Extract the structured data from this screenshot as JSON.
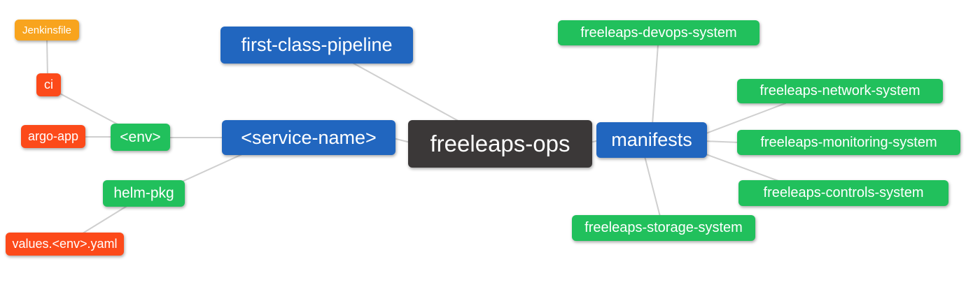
{
  "diagram": {
    "type": "mindmap",
    "root": "freeleaps-ops"
  },
  "palette": {
    "blue": "#2166bf",
    "green": "#21c05c",
    "red": "#fc4a1a",
    "orange": "#f8a41e",
    "dark": "#3b3838",
    "edge_line": "#cfcfcf",
    "background": "#ffffff",
    "node_text": "#ffffff"
  },
  "nodes": {
    "freeleaps-ops": {
      "label": "freeleaps-ops",
      "color": "dark"
    },
    "first-class-pipeline": {
      "label": "first-class-pipeline",
      "color": "blue"
    },
    "service-name": {
      "label": "<service-name>",
      "color": "blue"
    },
    "manifests": {
      "label": "manifests",
      "color": "blue"
    },
    "env": {
      "label": "<env>",
      "color": "green"
    },
    "helm-pkg": {
      "label": "helm-pkg",
      "color": "green"
    },
    "ci": {
      "label": "ci",
      "color": "red"
    },
    "argo-app": {
      "label": "argo-app",
      "color": "red"
    },
    "values-env-yaml": {
      "label": "values.<env>.yaml",
      "color": "red"
    },
    "jenkinsfile": {
      "label": "Jenkinsfile",
      "color": "orange"
    },
    "freeleaps-devops-system": {
      "label": "freeleaps-devops-system",
      "color": "green"
    },
    "freeleaps-network-system": {
      "label": "freeleaps-network-system",
      "color": "green"
    },
    "freeleaps-monitoring-system": {
      "label": "freeleaps-monitoring-system",
      "color": "green"
    },
    "freeleaps-controls-system": {
      "label": "freeleaps-controls-system",
      "color": "green"
    },
    "freeleaps-storage-system": {
      "label": "freeleaps-storage-system",
      "color": "green"
    }
  },
  "edges": [
    {
      "from": "jenkinsfile",
      "to": "ci"
    },
    {
      "from": "ci",
      "to": "env"
    },
    {
      "from": "argo-app",
      "to": "env"
    },
    {
      "from": "env",
      "to": "service-name"
    },
    {
      "from": "helm-pkg",
      "to": "service-name"
    },
    {
      "from": "values-env-yaml",
      "to": "helm-pkg"
    },
    {
      "from": "first-class-pipeline",
      "to": "freeleaps-ops"
    },
    {
      "from": "service-name",
      "to": "freeleaps-ops"
    },
    {
      "from": "freeleaps-ops",
      "to": "manifests"
    },
    {
      "from": "manifests",
      "to": "freeleaps-devops-system"
    },
    {
      "from": "manifests",
      "to": "freeleaps-network-system"
    },
    {
      "from": "manifests",
      "to": "freeleaps-monitoring-system"
    },
    {
      "from": "manifests",
      "to": "freeleaps-controls-system"
    },
    {
      "from": "manifests",
      "to": "freeleaps-storage-system"
    }
  ]
}
